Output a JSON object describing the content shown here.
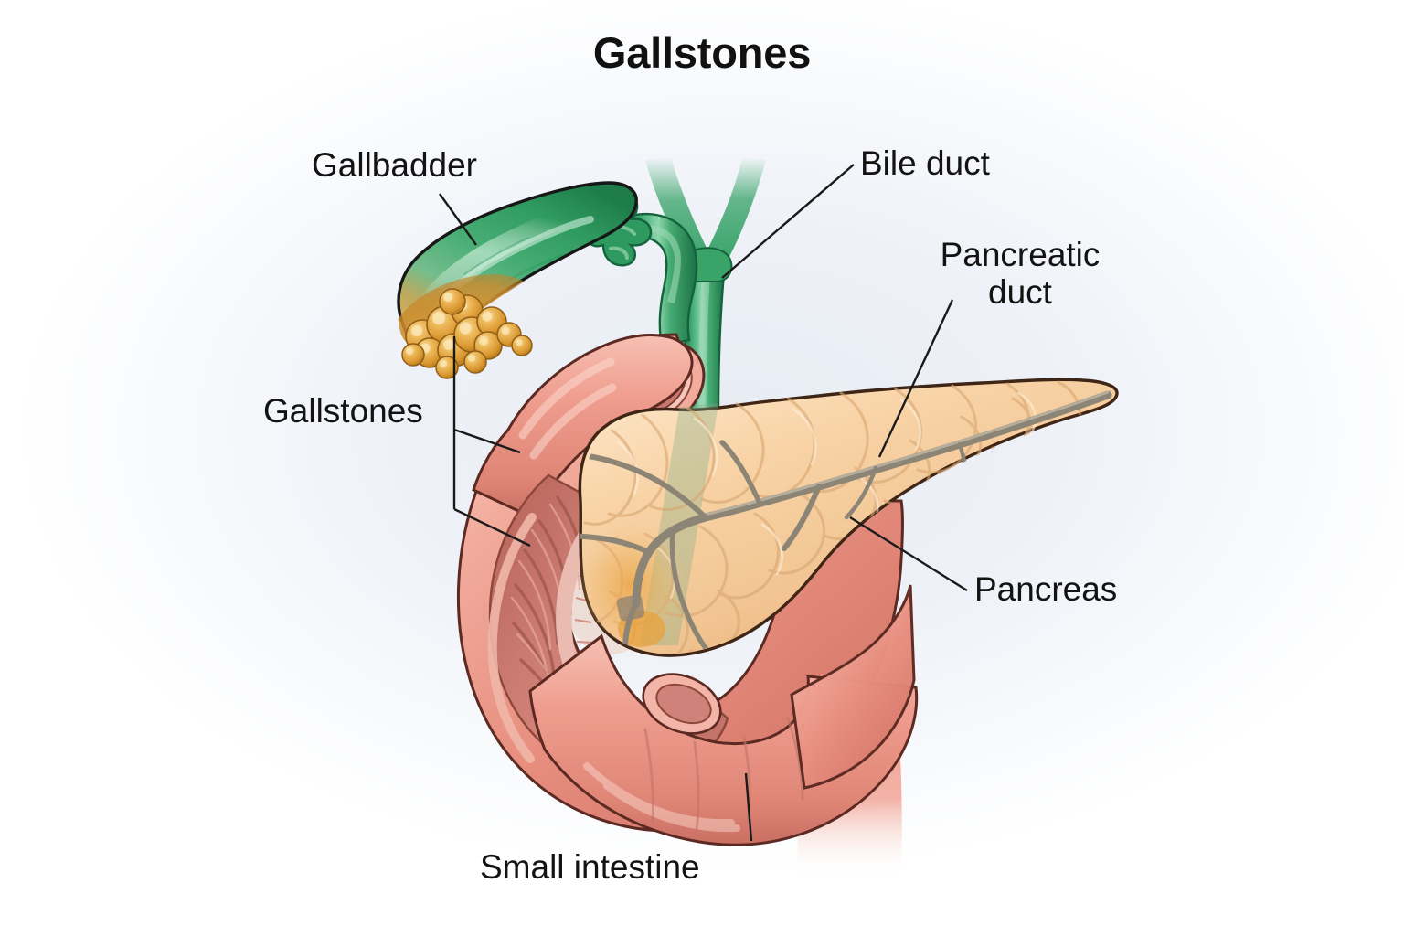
{
  "figure": {
    "title": "Gallstones",
    "type": "medical-anatomical-illustration",
    "subject": "Biliary system: gallbladder, bile duct, pancreas and duodenum with gallstones",
    "background_color": "#eef1f7",
    "title_color": "#111111",
    "label_color": "#131313",
    "leader_line_color": "#1a1a1a"
  },
  "labels": {
    "gallbladder": "Gallbadder",
    "bile_duct": "Bile duct",
    "pancreatic_duct_line1": "Pancreatic",
    "pancreatic_duct_line2": "duct",
    "gallstones": "Gallstones",
    "pancreas": "Pancreas",
    "small_intestine": "Small intestine"
  },
  "structures": [
    {
      "name": "gallbladder",
      "label": "Gallbadder",
      "color": "#3aa368",
      "outline": "#1d1d1d",
      "description": "Green pear-shaped sac with wavy cystic duct neck"
    },
    {
      "name": "gallstones",
      "label": "Gallstones",
      "color": "#e2a23a",
      "outline": "#8a5a18",
      "count": 14,
      "description": "Cluster of golden-amber stones at the gallbladder fundus"
    },
    {
      "name": "bile_duct",
      "label": "Bile duct",
      "color": "#3aa368",
      "outline": "#1d1d1d",
      "description": "Green common bile duct formed by Y-shaped hepatic ducts, descending into the duodenum"
    },
    {
      "name": "pancreas",
      "label": "Pancreas",
      "color": "#f5cb9a",
      "outline": "#3f2515",
      "description": "Tan lobulated gland, head at left against the duodenum, tail extending to the right"
    },
    {
      "name": "pancreatic_duct",
      "label": "Pancreatic duct",
      "color": "#8c8576",
      "description": "Gray branching duct running the length of the pancreas"
    },
    {
      "name": "small_intestine",
      "label": "Small intestine",
      "color": "#ea9183",
      "outline": "#5c2a22",
      "description": "Pink C-shaped duodenum, cut away to reveal mucosal folds"
    }
  ],
  "palette": {
    "gallbladder_green_light": "#7cc89a",
    "gallbladder_green_mid": "#3aa368",
    "gallbladder_green_dark": "#1f7a48",
    "duct_green": "#36a267",
    "stone_light": "#f3cd7e",
    "stone_mid": "#e2a23a",
    "stone_dark": "#b9781f",
    "pancreas_light": "#fbe3c4",
    "pancreas_mid": "#f5cb9a",
    "pancreas_dark": "#dfa469",
    "pancreas_outline": "#3f2515",
    "intestine_light": "#f5b7aa",
    "intestine_mid": "#ea9183",
    "intestine_dark": "#c2685c",
    "mucosa": "#c9756b",
    "mucosa_fold": "#b05c53",
    "duct_gray": "#8c8576"
  }
}
